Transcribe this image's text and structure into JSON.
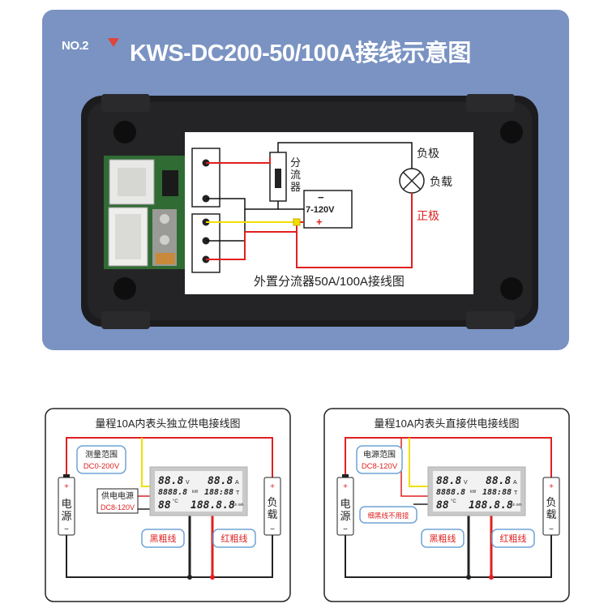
{
  "header": {
    "number_label": "NO.2",
    "title": "KWS-DC200-50/100A接线示意图"
  },
  "top_diagram": {
    "caption": "外置分流器50A/100A接线图",
    "shunt_label": [
      "分",
      "流",
      "器"
    ],
    "power_label": "7-120V",
    "plus_sign": "+",
    "minus_sign": "−",
    "negative_pole": "负极",
    "load": "负载",
    "positive_pole": "正极",
    "colors": {
      "red": "#e02020",
      "yellow": "#f0e000",
      "black": "#111111"
    }
  },
  "bottom_left": {
    "title": "量程10A内表头独立供电接线图",
    "measure_range_label": "测量范围",
    "measure_range_value": "DC0-200V",
    "supply_label": "供电电源",
    "supply_value": "DC8-120V",
    "power_source": [
      "电",
      "源"
    ],
    "load": [
      "负",
      "载"
    ],
    "black_wire": "黑粗线",
    "red_wire": "红粗线"
  },
  "bottom_right": {
    "title": "量程10A内表头直接供电接线图",
    "supply_range_label": "电源范围",
    "supply_range_value": "DC8-120V",
    "unused_note": "细黑线不用接",
    "power_source": [
      "电",
      "源"
    ],
    "load": [
      "负",
      "载"
    ],
    "black_wire": "黑粗线",
    "red_wire": "红粗线"
  },
  "lcd": {
    "row1_left": "88.8",
    "row1_left_unit": "V",
    "row1_right": "88.8",
    "row1_right_unit": "A",
    "row2_left": "8888.8",
    "row2_left_unit": "kW",
    "row2_right": "188:88",
    "row2_right_unit": "T",
    "row3_left": "88",
    "row3_left_unit": "°C",
    "row3_right": "188.8.8",
    "row3_right_unit": "Ah Wh"
  }
}
